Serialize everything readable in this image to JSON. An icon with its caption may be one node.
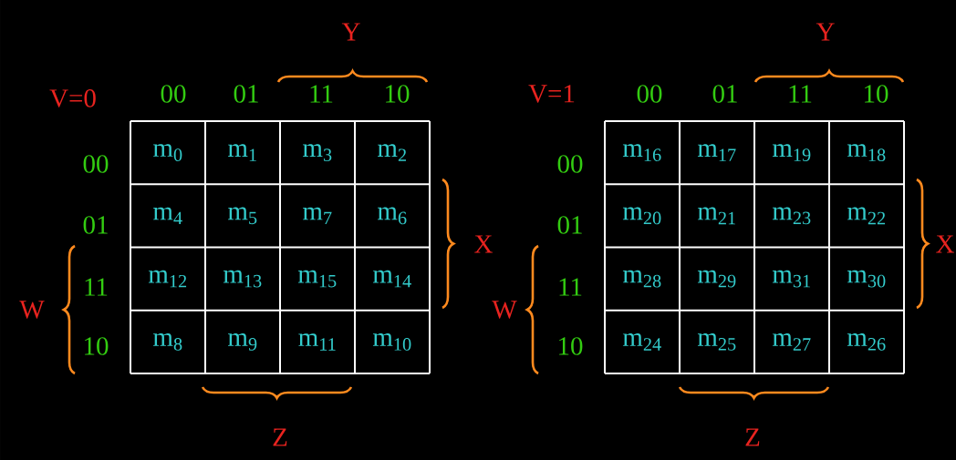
{
  "diagram": {
    "labels": [
      "Y",
      "V=0",
      "00",
      "01",
      "11",
      "10",
      "00",
      "m$_{0}$",
      "m$_{1}$",
      "m$_{3}$",
      "m$_{2}$",
      "01",
      "m$_{4}$",
      "m$_{5}$",
      "m$_{7}$",
      "m$_{6}$",
      "X",
      "W",
      "11",
      "m$_{12}$",
      "m$_{13}$",
      "m$_{15}$",
      "m$_{14}$",
      "10",
      "m$_{8}$",
      "m$_{9}$",
      "m$_{11}$",
      "m$_{10}$",
      "Z",
      "Y",
      "V=1",
      "00",
      "01",
      "11",
      "10",
      "00",
      "m$_{16}$",
      "m$_{17}$",
      "m$_{19}$",
      "m$_{18}$",
      "01",
      "m$_{20}$",
      "m$_{21}$",
      "m$_{23}$",
      "m$_{22}$",
      "X",
      "W",
      "11",
      "m$_{28}$",
      "m$_{29}$",
      "m$_{31}$",
      "m$_{30}$",
      "10",
      "m$_{24}$",
      "m$_{25}$",
      "m$_{27}$",
      "m$_{26}$",
      "Z"
    ]
  }
}
